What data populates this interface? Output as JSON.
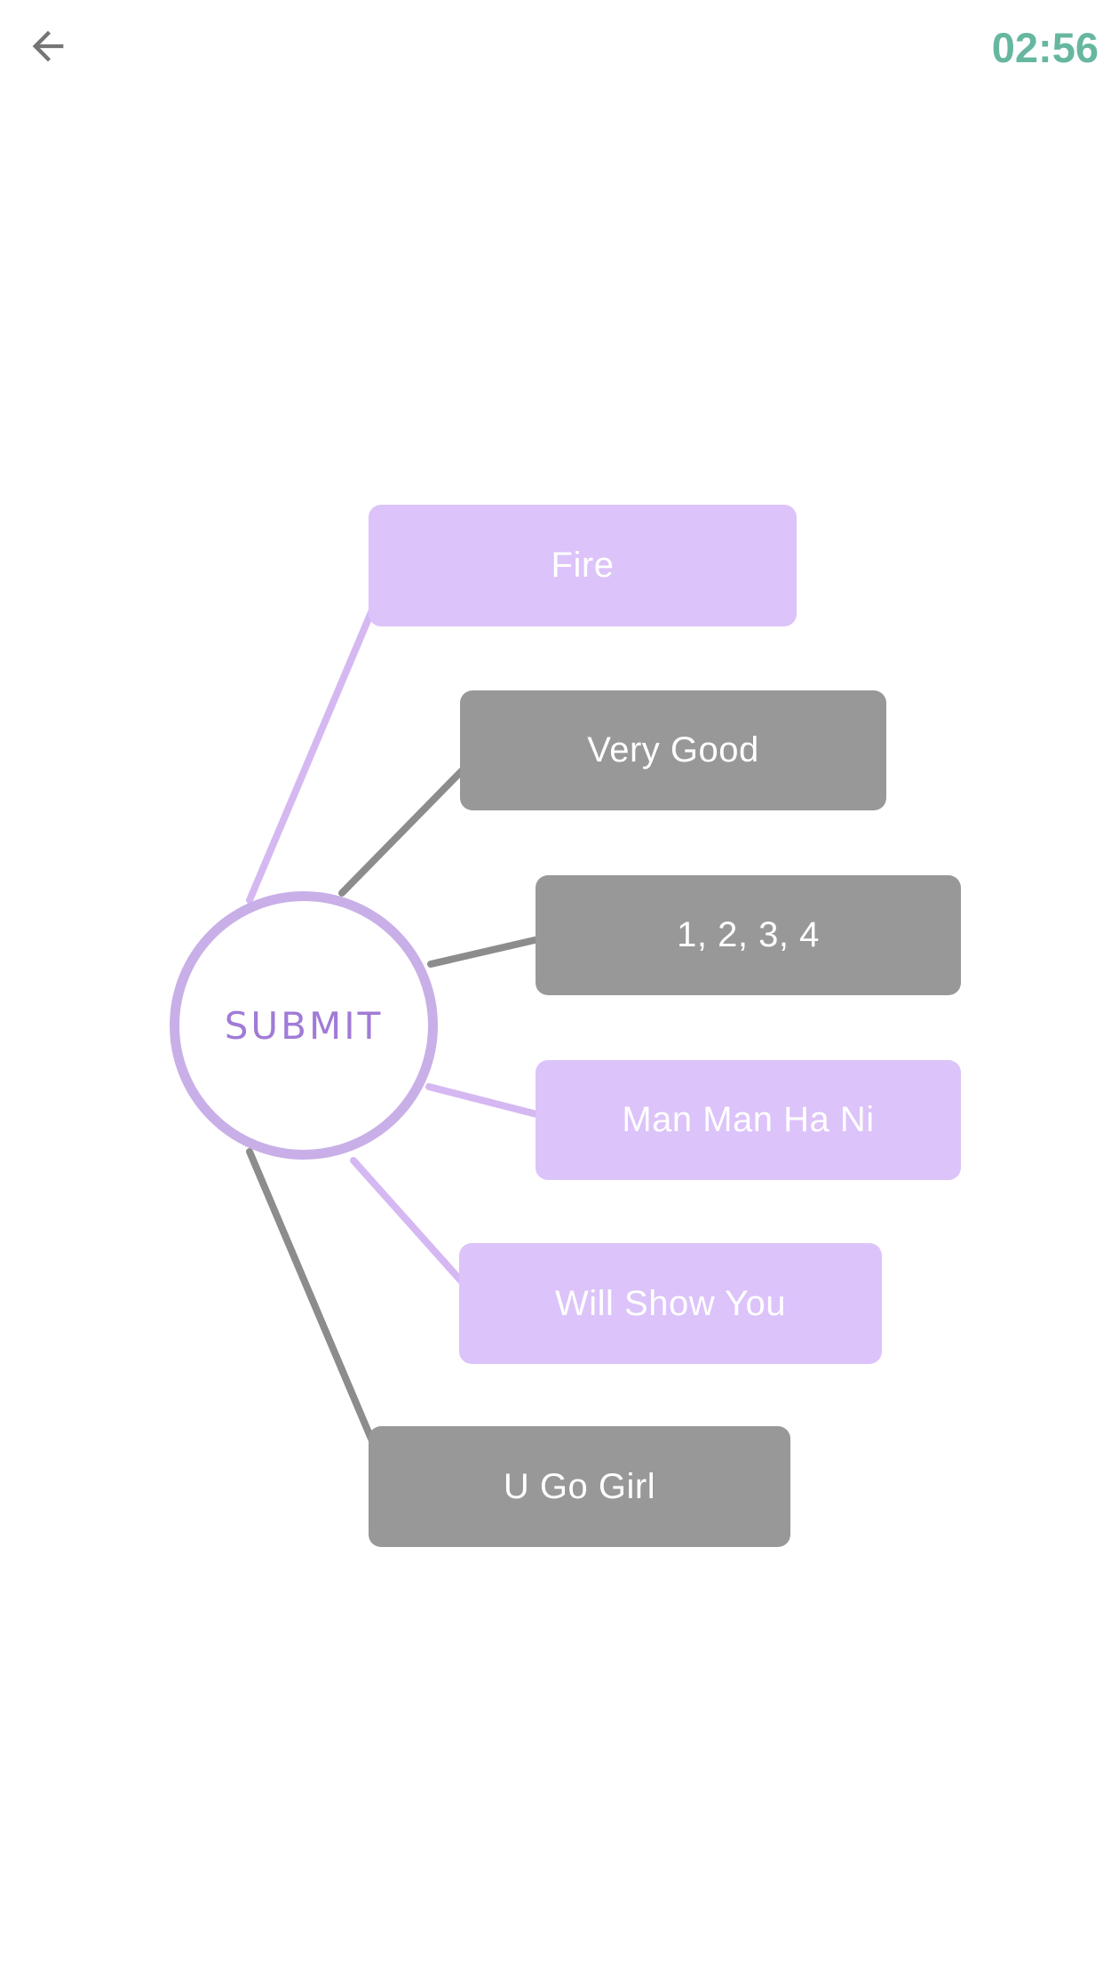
{
  "screen": {
    "background": "#ffffff"
  },
  "header": {
    "back_icon": "arrow-left",
    "timer": "02:56",
    "timer_color": "#67b7a0",
    "back_icon_color": "#757575"
  },
  "mindmap": {
    "center": {
      "label": "SUBMIT",
      "text_color": "#a07bd6",
      "border_color": "#c9afe8",
      "fill_color": "#ffffff"
    },
    "node_text_color": "#ffffff",
    "node_colors": {
      "purple": "#dcc3f9",
      "gray": "#989898"
    },
    "line_colors": {
      "purple": "#d5b8f2",
      "gray": "#8c8c8c"
    },
    "nodes": [
      {
        "label": "Fire",
        "variant": "purple"
      },
      {
        "label": "Very Good",
        "variant": "gray"
      },
      {
        "label": "1, 2, 3, 4",
        "variant": "gray"
      },
      {
        "label": "Man Man Ha Ni",
        "variant": "purple"
      },
      {
        "label": "Will Show You",
        "variant": "purple"
      },
      {
        "label": "U Go Girl",
        "variant": "gray"
      }
    ]
  }
}
